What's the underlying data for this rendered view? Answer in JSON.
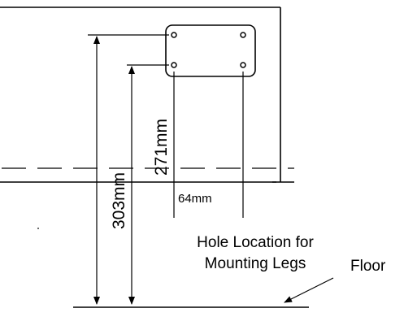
{
  "dimensions": {
    "total_height": "303mm",
    "hole_height": "271mm",
    "hole_spacing": "64mm"
  },
  "labels": {
    "hole_location_line1": "Hole Location for",
    "hole_location_line2": "Mounting Legs",
    "floor": "Floor"
  },
  "colors": {
    "stroke": "#000000",
    "background": "#ffffff"
  }
}
